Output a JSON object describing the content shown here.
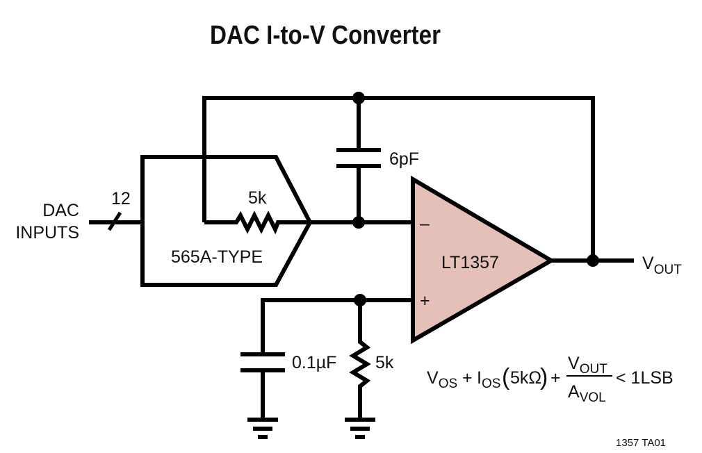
{
  "title": "DAC I-to-V Converter",
  "figure_id": "1357 TA01",
  "colors": {
    "opamp_fill": "#e4c0b8",
    "wire": "#000000",
    "background": "#ffffff"
  },
  "inputs": {
    "label_line1": "DAC",
    "label_line2": "INPUTS",
    "bus_width": "12"
  },
  "dac": {
    "type_label": "565A-TYPE",
    "internal_resistor": "5k"
  },
  "feedback_capacitor": "6pF",
  "opamp": {
    "part": "LT1357",
    "inverting_symbol": "–",
    "noninverting_symbol": "+"
  },
  "output": {
    "label_main": "V",
    "label_sub": "OUT"
  },
  "bias_network": {
    "capacitor": "0.1µF",
    "resistor": "5k"
  },
  "equation": {
    "vos_main": "V",
    "vos_sub": "OS",
    "plus1": "+",
    "ios_main": "I",
    "ios_sub": "OS",
    "paren_open": "(",
    "resistance": "5kΩ",
    "paren_close": ")",
    "plus2": "+",
    "num_main": "V",
    "num_sub": "OUT",
    "den_main": "A",
    "den_sub": "VOL",
    "rhs": "< 1LSB"
  }
}
